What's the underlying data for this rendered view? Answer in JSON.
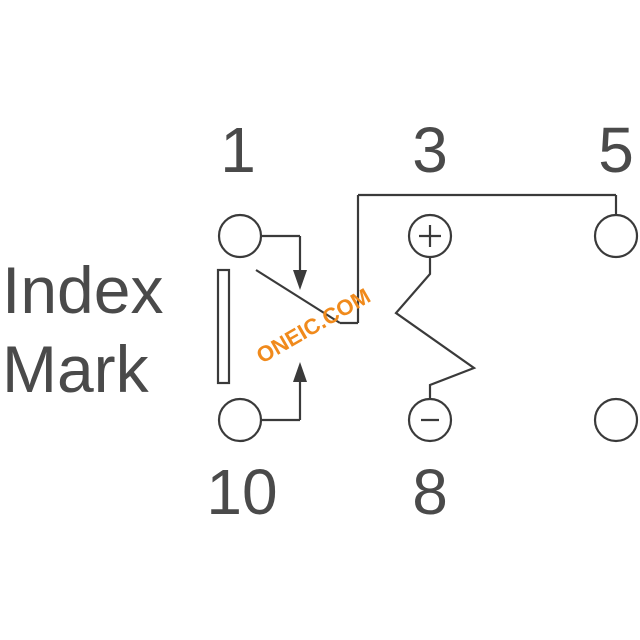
{
  "pins": {
    "pin1": "1",
    "pin3": "3",
    "pin5": "5",
    "pin10": "10",
    "pin8": "8"
  },
  "index_mark": {
    "line1": "Index",
    "line2": "Mark"
  },
  "polarity": {
    "positive": "+",
    "negative": "-"
  },
  "watermark": {
    "text": "ONEIC.COM",
    "color": "#f08a1c"
  },
  "colors": {
    "text": "#4a4a4a",
    "line": "#3a3a3a"
  }
}
